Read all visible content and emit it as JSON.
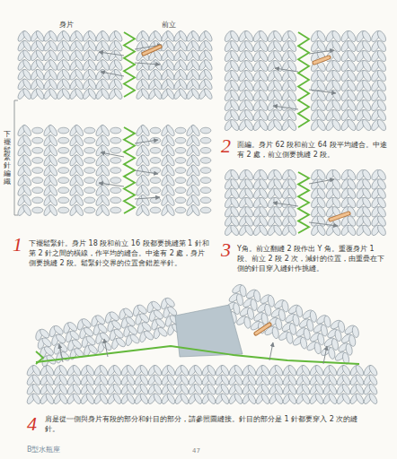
{
  "diagram": {
    "labels": [
      "身片",
      "前立",
      "下襬鬆緊針編織",
      "1",
      "下襬鬆緊針。身片 18 段和前立 16 段都要挑縫第 1 針和第 2 針之間的橫線，作平均的縫合。中途有 2 處，身片側要挑縫 2 段。鬆緊針交界的位置會錯差半針。",
      "2",
      "面編。身片 62 段和前立 64 段平均縫合。中途有 2 處，前立側要挑縫 2 段。",
      "3",
      "Y角。前立翻縫 2 段作出 Y 角。重覆身片 1 段、前立 2 段 2 次，減針的位置，由重疊在下側的針目穿入縫針作挑縫。",
      "4",
      "肩是從一側與身片有段的部分和針目的部分，請參照圖縫接。針目的部分是 1 針都要穿入 2 次的縫針。",
      "B型水瓶座",
      "47"
    ]
  }
}
